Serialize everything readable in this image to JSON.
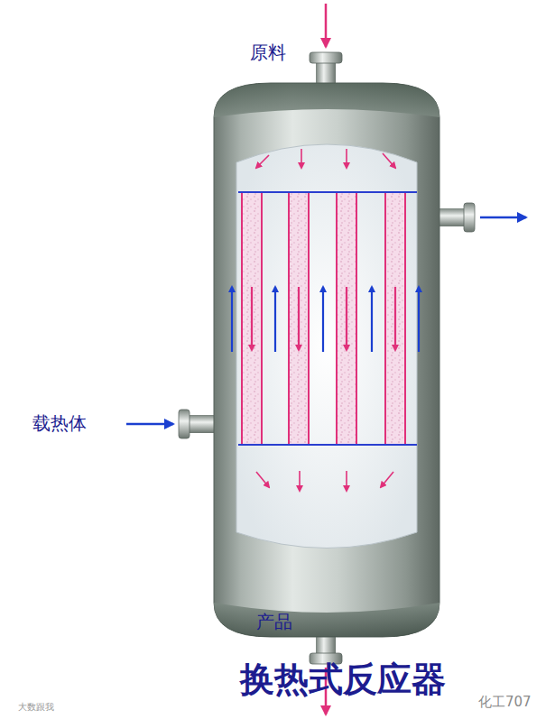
{
  "diagram": {
    "title": "换热式反应器",
    "labels": [
      "原料",
      "载热体",
      "产品",
      "大数跟我",
      "化工707"
    ]
  }
}
